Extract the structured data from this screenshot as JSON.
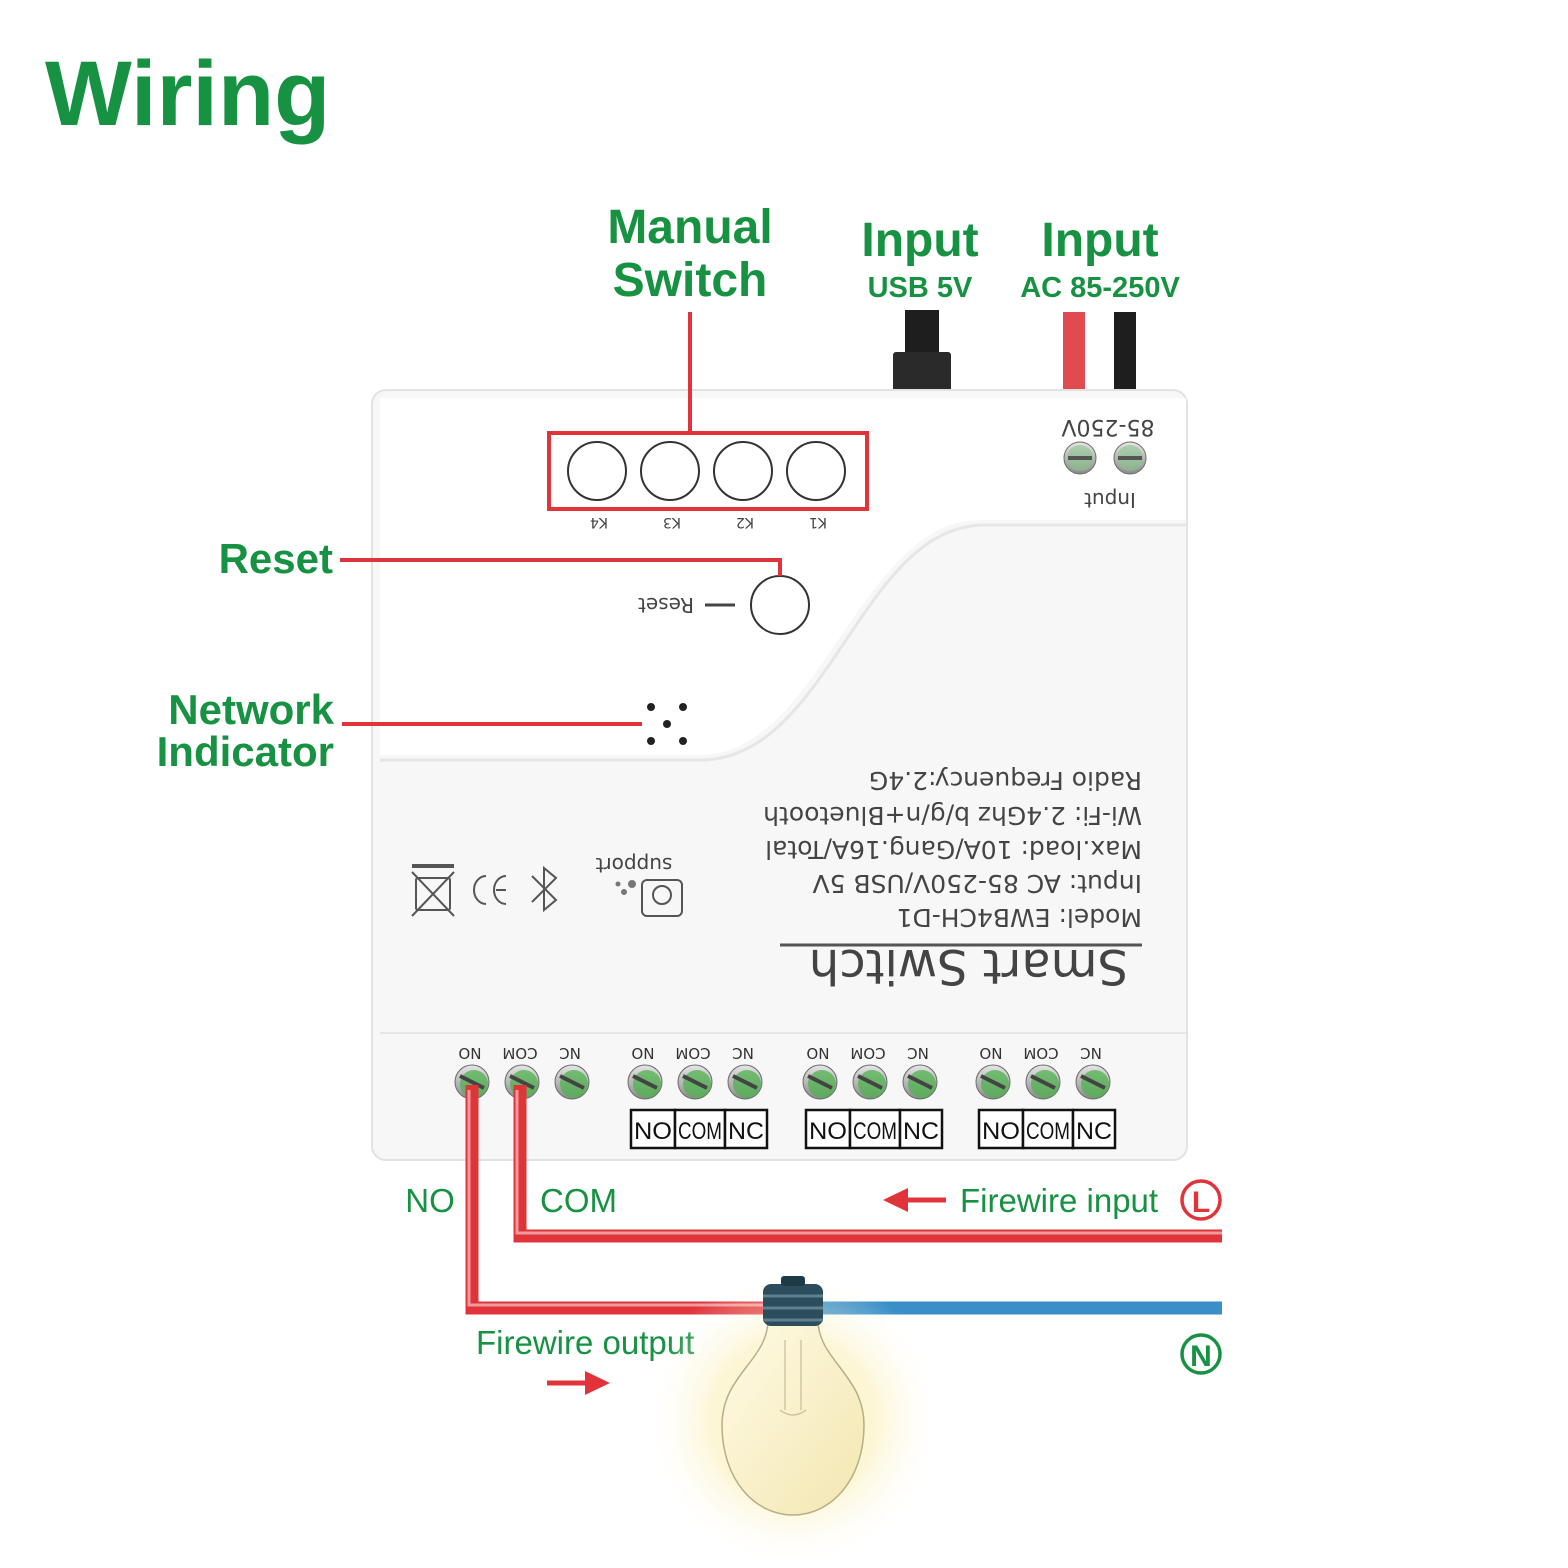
{
  "title": "Wiring",
  "callouts": {
    "manual_switch": [
      "Manual",
      "Switch"
    ],
    "input_usb": {
      "title": "Input",
      "sub": "USB 5V"
    },
    "input_ac": {
      "title": "Input",
      "sub": "AC 85-250V"
    },
    "reset": "Reset",
    "network_indicator": [
      "Network",
      "Indicator"
    ]
  },
  "device": {
    "power_label": "85-250V",
    "input_label": "Input",
    "buttons": [
      "K1",
      "K2",
      "K3",
      "K4"
    ],
    "reset_label": "Reset",
    "brand": "Smart Switch",
    "specs": [
      "Radio Frequency:2.4G",
      "Wi-Fi:  2.4Ghz b/g/n+Bluetooth",
      "Max.load:  10A/Gang.16A/Total",
      "Input:  AC 85-250V/USB 5V",
      "Model:  EWB4CH-D1"
    ],
    "support": "support",
    "relay_terminal_labels": [
      "NC",
      "COM",
      "NO"
    ]
  },
  "terminal_boxes": [
    "NO",
    "COM",
    "NC"
  ],
  "wiring": {
    "no_label": "NO",
    "com_label": "COM",
    "fire_input": "Firewire input",
    "fire_output": "Firewire output",
    "live_symbol": "L",
    "neutral_symbol": "N"
  },
  "colors": {
    "green": "#179142",
    "red": "#e0343a",
    "blue": "#3a8fc9",
    "device": "#f6f6f6"
  }
}
